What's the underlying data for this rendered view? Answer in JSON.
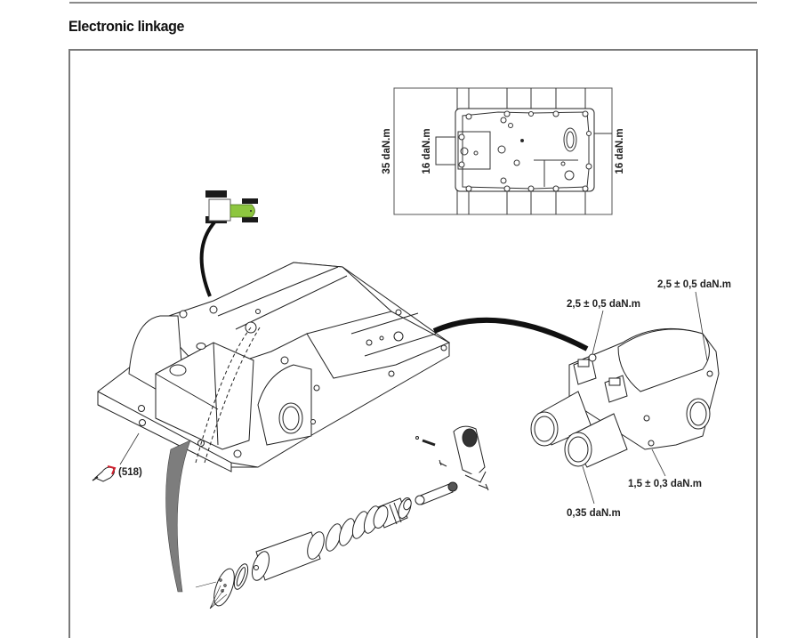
{
  "page": {
    "title": "Electronic linkage"
  },
  "figure": {
    "torque_labels": {
      "top_left_35": "35 daN.m",
      "top_left_16": "16 daN.m",
      "top_right_16": "16 daN.m",
      "valve_top_center": "2,5 ± 0,5 daN.m",
      "valve_top_right": "2,5 ± 0,5 daN.m",
      "valve_bottom_right": "1,5 ± 0,3 daN.m",
      "valve_bottom_left": "0,35 daN.m"
    },
    "reference_label": "(518)",
    "icons": {
      "tractor": "tractor-icon",
      "sealant": "sealant-tube-icon"
    },
    "colors": {
      "tractor_green": "#8dc63f",
      "sealant_red": "#d0202e",
      "arrow_gray": "#7d7d7d"
    }
  }
}
